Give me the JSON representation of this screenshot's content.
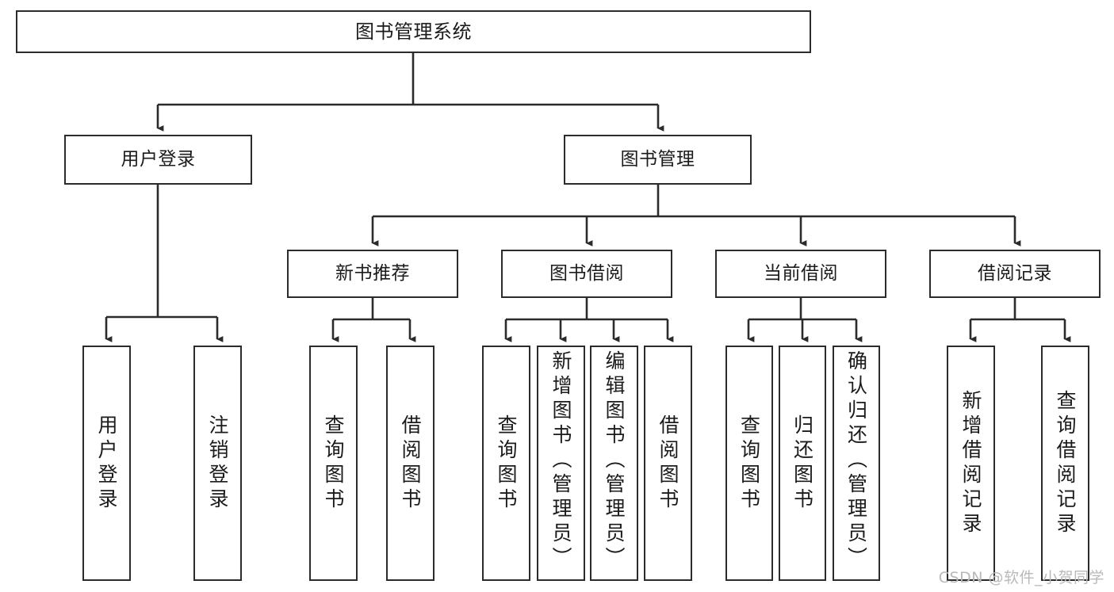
{
  "diagram": {
    "title": "图书管理系统",
    "type": "功能结构图",
    "root": {
      "label": "图书管理系统"
    },
    "level2": [
      {
        "label": "用户登录"
      },
      {
        "label": "图书管理"
      }
    ],
    "level3": [
      {
        "label": "新书推荐"
      },
      {
        "label": "图书借阅"
      },
      {
        "label": "当前借阅"
      },
      {
        "label": "借阅记录"
      }
    ],
    "leaves": {
      "user_login": [
        {
          "label": "用户登录"
        },
        {
          "label": "注销登录"
        }
      ],
      "new_book_recommend": [
        {
          "label": "查询图书"
        },
        {
          "label": "借阅图书"
        }
      ],
      "book_borrow": [
        {
          "label": "查询图书"
        },
        {
          "label": "新增图书（管理员）"
        },
        {
          "label": "编辑图书（管理员）"
        },
        {
          "label": "借阅图书"
        }
      ],
      "current_borrow": [
        {
          "label": "查询图书"
        },
        {
          "label": "归还图书"
        },
        {
          "label": "确认归还（管理员）"
        }
      ],
      "borrow_record": [
        {
          "label": "新增借阅记录"
        },
        {
          "label": "查询借阅记录"
        }
      ]
    }
  },
  "watermark": {
    "text": "CSDN @软件_小贺同学"
  },
  "colors": {
    "border": "#2b2b2b",
    "text": "#1b1b1b",
    "background": "#ffffff",
    "watermark": "#b9b9b9"
  }
}
